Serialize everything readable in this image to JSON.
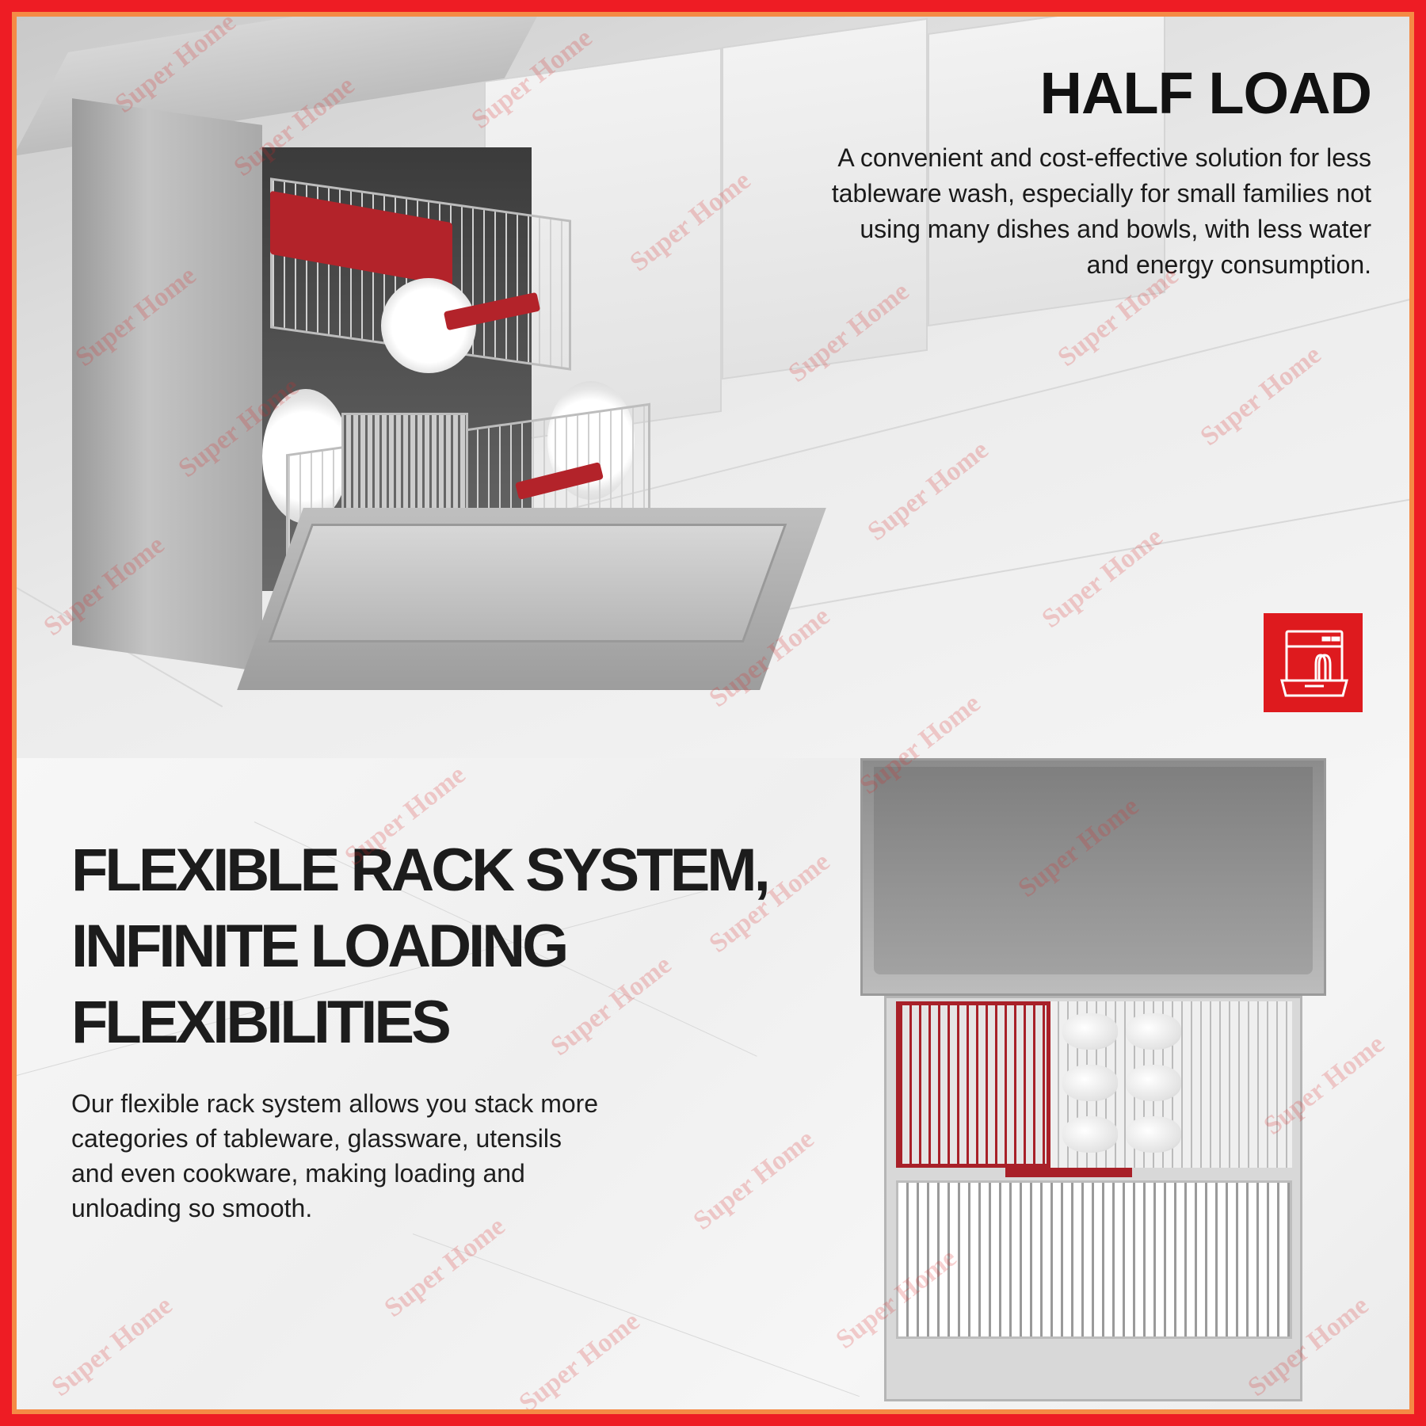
{
  "half_load": {
    "title": "HALF LOAD",
    "description": "A convenient and cost-effective solution for less tableware wash, especially for small families not using many dishes and bowls, with less water and energy consumption.",
    "icon": "dishwasher-icon"
  },
  "flexible_rack": {
    "title_lines": [
      "FLEXIBLE RACK SYSTEM,",
      "INFINITE LOADING",
      "FLEXIBILITIES"
    ],
    "description": "Our flexible rack system allows you stack more categories of tableware, glassware, utensils and even cookware, making loading and unloading so smooth."
  },
  "watermark": "Super Home",
  "colors": {
    "border_red": "#ee1c24",
    "border_orange": "#f58a45",
    "icon_red": "#de1a1e",
    "rack_red": "#a82028"
  }
}
